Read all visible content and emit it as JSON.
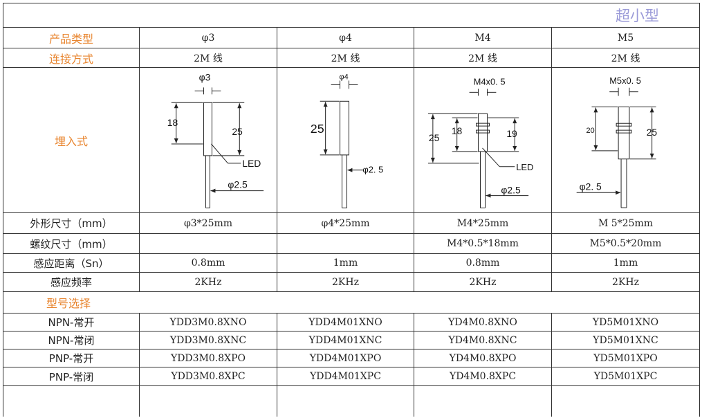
{
  "title": "超小型",
  "header": {
    "label": "产品类型",
    "values": [
      "φ3",
      "φ4",
      "M4",
      "M5"
    ]
  },
  "connection": {
    "label": "连接方式",
    "values": [
      "2M 线",
      "2M 线",
      "2M 线",
      "2M 线"
    ]
  },
  "mounting": {
    "label": "埋入式"
  },
  "drawings": {
    "d1": {
      "diameter_top": "φ3",
      "dim_left": "18",
      "dim_right": "25",
      "led": "LED",
      "diameter_bottom": "φ2.5"
    },
    "d2": {
      "diameter_top": "φ4",
      "dim_left": "25",
      "diameter_bottom": "φ2. 5"
    },
    "d3": {
      "thread": "M4x0. 5",
      "dim_outer": "25",
      "dim_inner": "18",
      "dim_right": "19",
      "led": "LED",
      "diameter_bottom": "φ2.5"
    },
    "d4": {
      "thread": "M5x0. 5",
      "dim_left": "20",
      "dim_right": "25",
      "diameter_bottom": "φ2. 5"
    }
  },
  "specs": [
    {
      "label": "外形尺寸（mm）",
      "values": [
        "φ3*25mm",
        "φ4*25mm",
        "M4*25mm",
        "M 5*25mm"
      ]
    },
    {
      "label": "螺纹尺寸（mm）",
      "values": [
        "",
        "",
        "M4*0.5*18mm",
        "M5*0.5*20mm"
      ]
    },
    {
      "label": "感应距离（Sn）",
      "values": [
        "0.8mm",
        "1mm",
        "0.8mm",
        "1mm"
      ]
    },
    {
      "label": "感应频率",
      "values": [
        "2KHz",
        "2KHz",
        "2KHz",
        "2KHz"
      ]
    }
  ],
  "model_selection": {
    "label": "型号选择",
    "rows": [
      {
        "label": "NPN-常开",
        "values": [
          "YDD3M0.8XNO",
          "YDD4M01XNO",
          "YD4M0.8XNO",
          "YD5M01XNO"
        ]
      },
      {
        "label": "NPN-常闭",
        "values": [
          "YDD3M0.8XNC",
          "YDD4M01XNC",
          "YD4M0.8XNC",
          "YD5M01XNC"
        ]
      },
      {
        "label": "PNP-常开",
        "values": [
          "YDD3M0.8XPO",
          "YDD4M01XPO",
          "YD4M0.8XPO",
          "YD5M01XPO"
        ]
      },
      {
        "label": "PNP-常闭",
        "values": [
          "YDD3M0.8XPC",
          "YDD4M01XPC",
          "YD4M0.8XPC",
          "YD5M01XPC"
        ]
      }
    ]
  }
}
